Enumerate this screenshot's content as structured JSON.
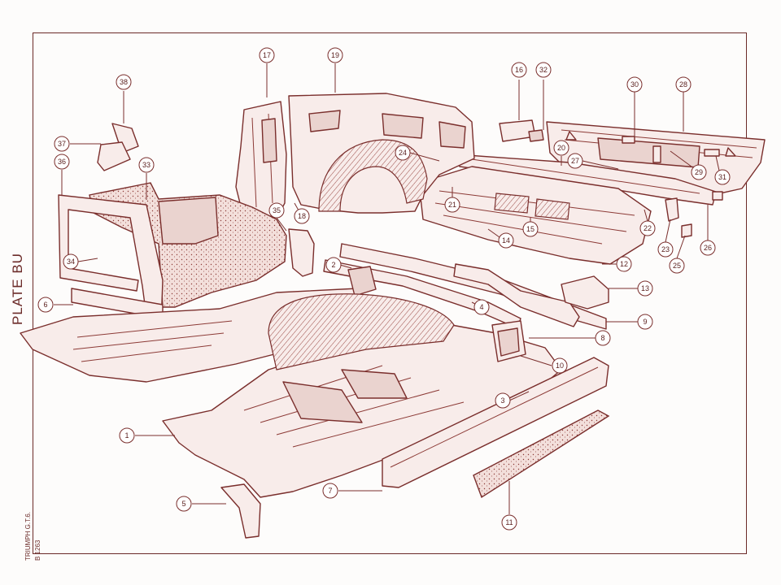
{
  "plate": {
    "title": "PLATE BU",
    "make_label": "TRIUMPH G.T.6.",
    "ref_label": "B 1263"
  },
  "colors": {
    "line": "#7a2e2c",
    "paper": "#fdfcfb"
  },
  "callouts": [
    "1",
    "2",
    "3",
    "4",
    "5",
    "6",
    "7",
    "8",
    "9",
    "10",
    "11",
    "12",
    "13",
    "14",
    "15",
    "16",
    "17",
    "18",
    "19",
    "20",
    "21",
    "22",
    "23",
    "24",
    "25",
    "26",
    "27",
    "28",
    "29",
    "30",
    "31",
    "32",
    "33",
    "34",
    "35",
    "36",
    "37",
    "38"
  ]
}
